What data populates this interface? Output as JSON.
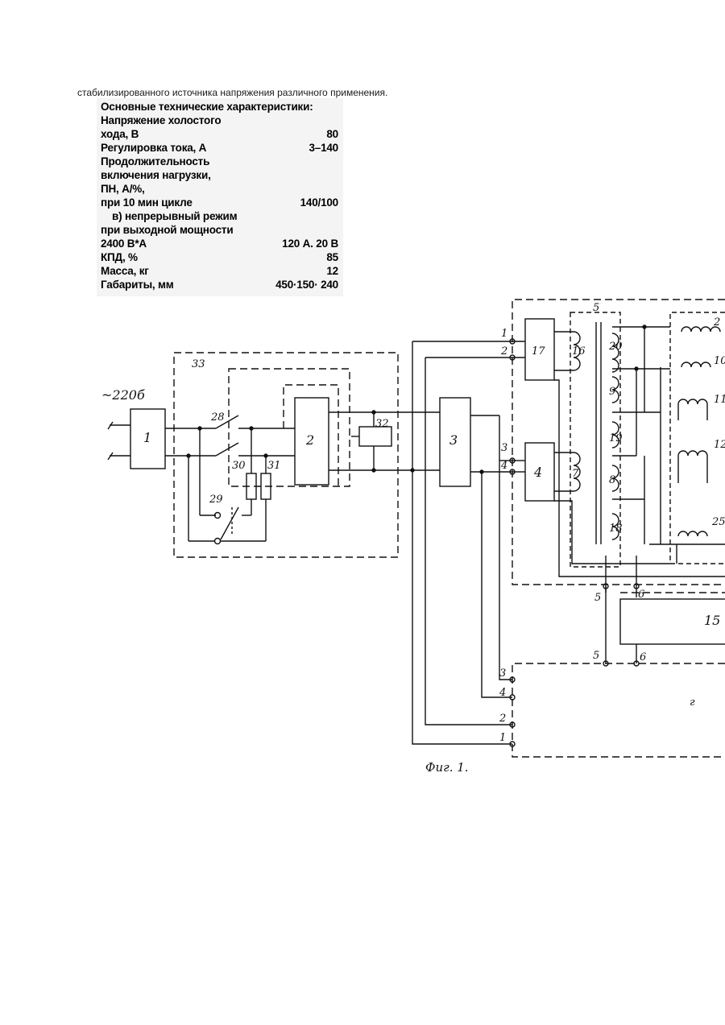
{
  "intro_text": "стабилизированного источника напряжения различного применения.",
  "specs": {
    "heading": "Основные технические характеристики:",
    "rows": [
      {
        "label": "Напряжение холостого",
        "value": ""
      },
      {
        "label": "хода, В",
        "value": "80"
      },
      {
        "label": "Регулировка тока, А",
        "value": "3–140"
      },
      {
        "label": "Продолжительность",
        "value": ""
      },
      {
        "label": "включения нагрузки,",
        "value": ""
      },
      {
        "label": "ПН, А/%,",
        "value": ""
      },
      {
        "label": "при 10 мин цикле",
        "value": "140/100"
      },
      {
        "label": "в) непрерывный режим",
        "value": ""
      },
      {
        "label": "при выходной мощности",
        "value": ""
      },
      {
        "label": "2400 В*А",
        "value": "120 А. 20 В"
      },
      {
        "label": "КПД, %",
        "value": "85"
      },
      {
        "label": "Масса, кг",
        "value": "12"
      },
      {
        "label": "Габариты, мм",
        "value": "450·150· 240"
      }
    ]
  },
  "schematic": {
    "input_label": "~220б",
    "block_labels": {
      "b1": "1",
      "b2": "2",
      "b3": "3",
      "b4": "4",
      "b17": "17",
      "b15": "15",
      "b32": "32",
      "b33": "33",
      "b28": "28",
      "b29": "29",
      "b30": "30",
      "b31": "31",
      "w16": "16",
      "w7": "7",
      "w20": "20",
      "w9": "9",
      "w19": "19",
      "w8": "8",
      "w18": "18",
      "g5": "5",
      "g6": "6",
      "r2": "2",
      "r10": "10",
      "r11": "11",
      "r12": "12",
      "r25": "25"
    },
    "pins": {
      "p1": "1",
      "p2": "2",
      "p3": "3",
      "p4": "4",
      "p5a": "5",
      "p6a": "6",
      "p5b": "5",
      "p6b": "6",
      "q3": "3",
      "q4": "4",
      "q2": "2",
      "q1": "1"
    },
    "block_g": "г",
    "caption": "Фиг. 1."
  }
}
